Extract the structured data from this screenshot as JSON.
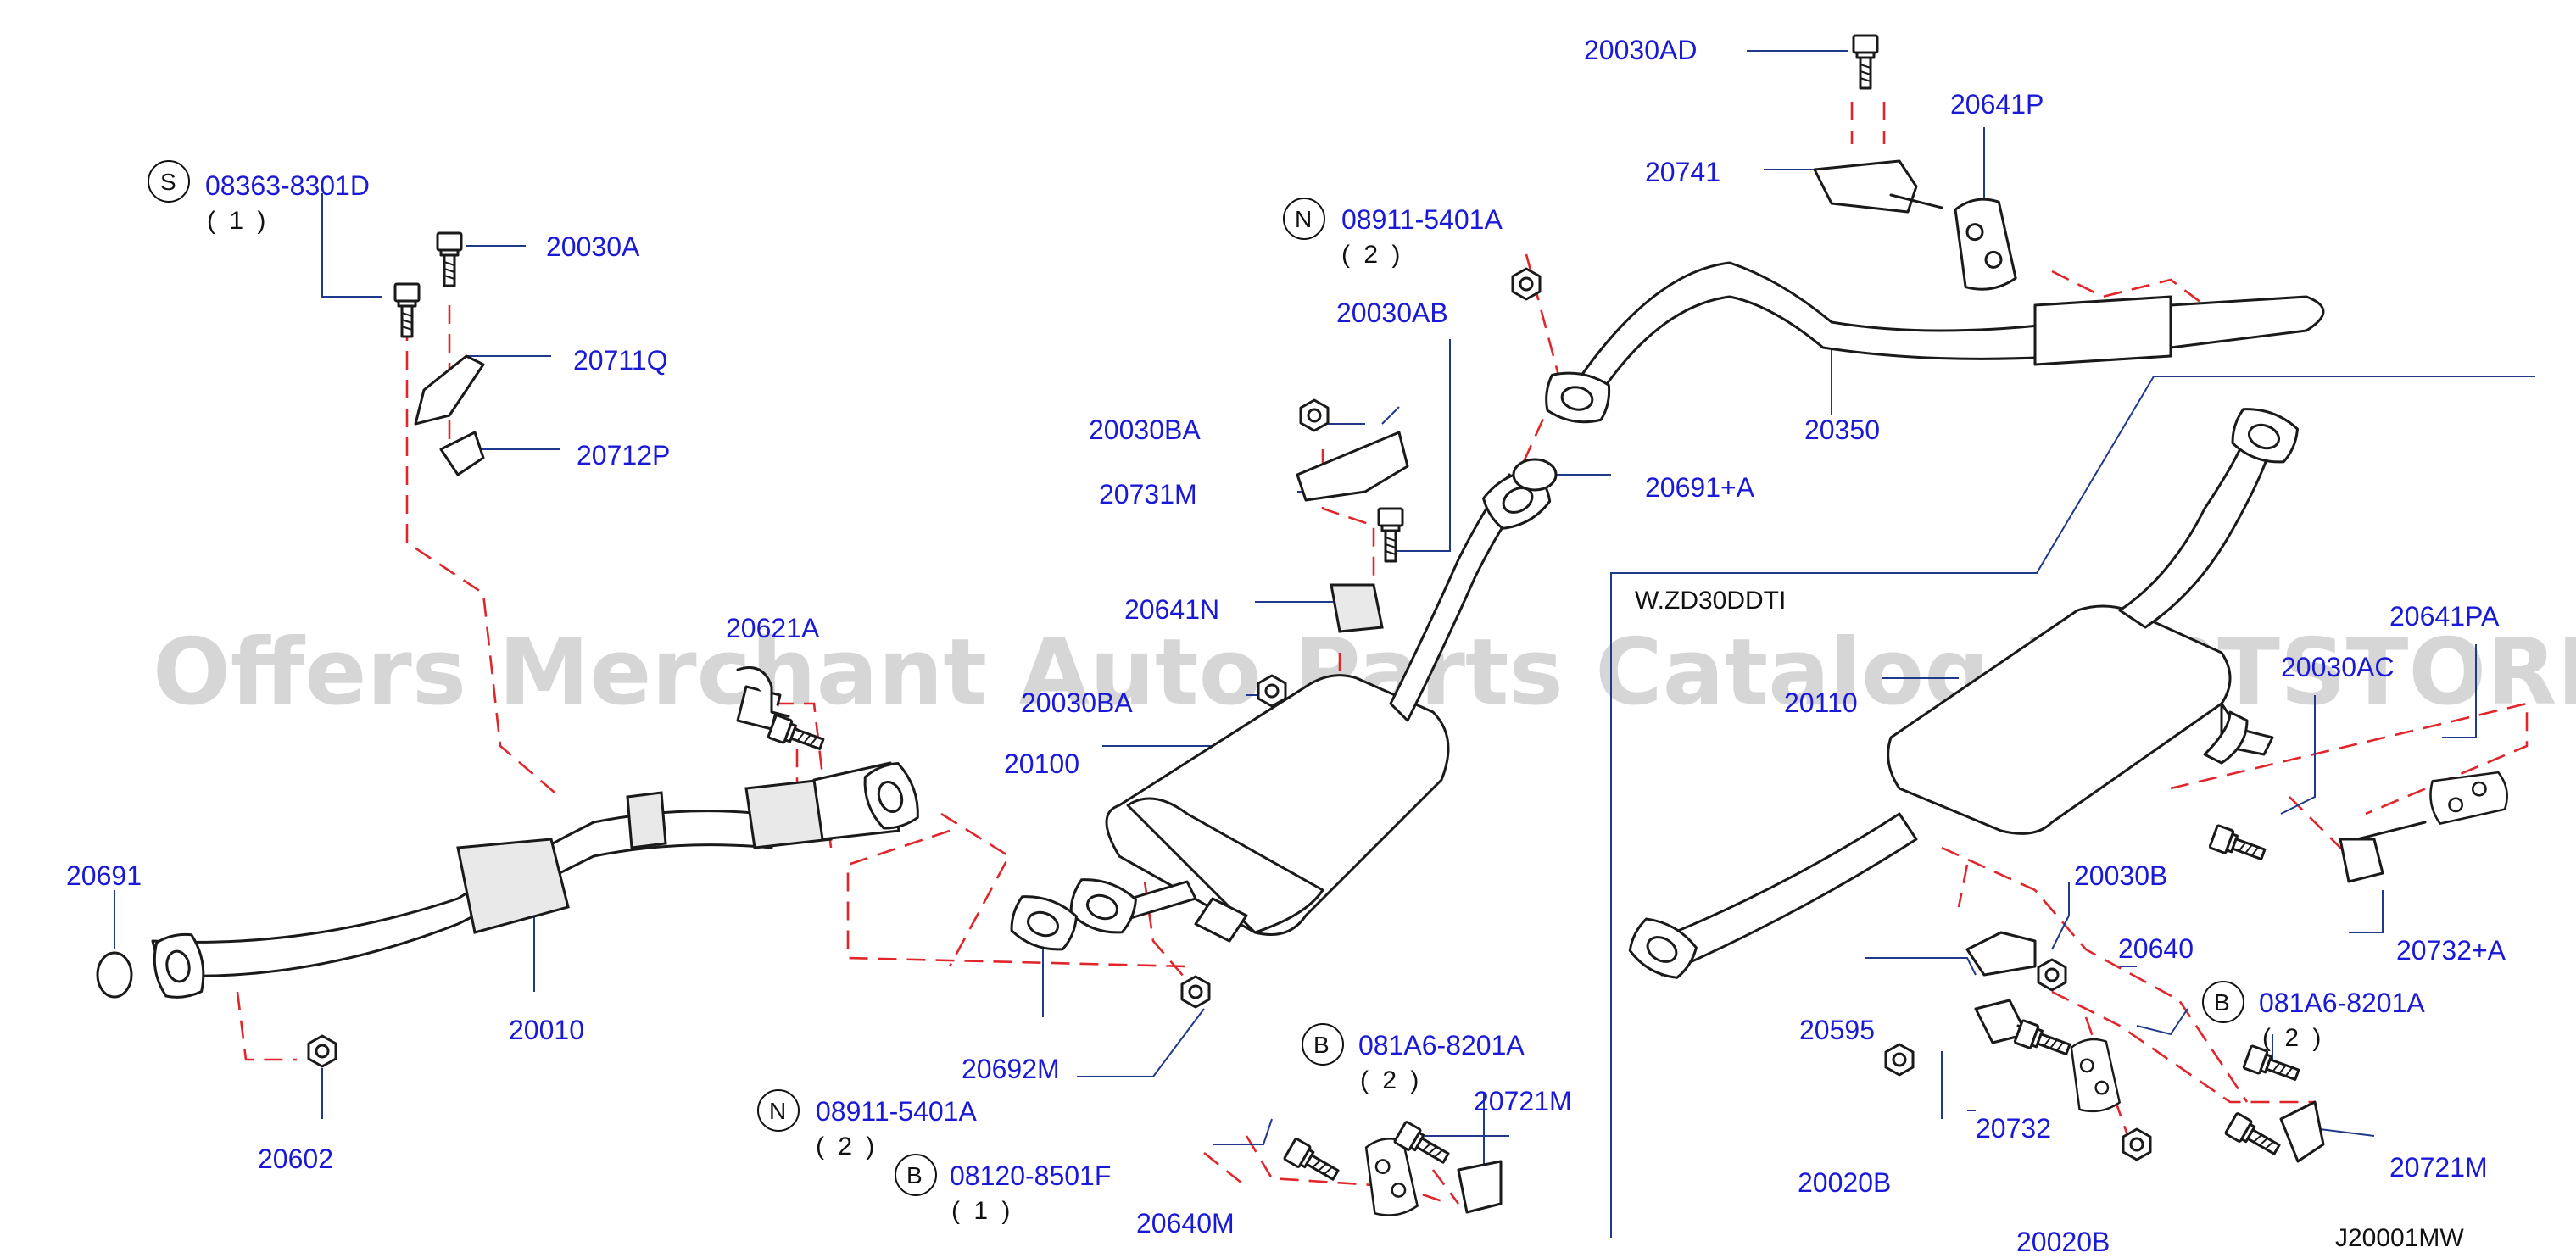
{
  "watermark": "Offers Merchant Auto Parts Catalog PARTSTORE.SA",
  "variant_label": "W.ZD30DDTI",
  "diagram_code": "J20001MW",
  "icons": [
    "bolt-icon",
    "nut-icon",
    "gasket-icon",
    "bracket-icon",
    "rubber-mount-icon",
    "pipe-icon",
    "muffler-icon"
  ],
  "colors": {
    "label": "#1a1ad6",
    "leader": "#1f3a8a",
    "dashed_guide": "#e0262a",
    "line_art": "#1a1a1a",
    "watermark": "#c8c8c8"
  },
  "labels": {
    "p20030AD": "20030AD",
    "p20641P": "20641P",
    "p20741": "20741",
    "s08363": "08363-8301D",
    "s08363_qty": "( 1 )",
    "p20030A": "20030A",
    "p20711Q": "20711Q",
    "p20712P": "20712P",
    "n08911_top": "08911-5401A",
    "n08911_top_qty": "( 2 )",
    "p20030AB": "20030AB",
    "p20030BA_top": "20030BA",
    "p20731M": "20731M",
    "p20350": "20350",
    "p20691A": "20691+A",
    "p20641N": "20641N",
    "p20621A": "20621A",
    "p20030BA_mid": "20030BA",
    "p20100": "20100",
    "p20691": "20691",
    "p20010": "20010",
    "p20602": "20602",
    "p20692M": "20692M",
    "n08911_bot": "08911-5401A",
    "n08911_bot_qty": "( 2 )",
    "b081A6_left": "081A6-8201A",
    "b081A6_left_qty": "( 2 )",
    "p20721M_left": "20721M",
    "b08120": "08120-8501F",
    "b08120_qty": "( 1 )",
    "p20640M": "20640M",
    "p20110": "20110",
    "p20641PA": "20641PA",
    "p20030AC": "20030AC",
    "p20030B": "20030B",
    "p20640": "20640",
    "p20595": "20595",
    "b081A6_right": "081A6-8201A",
    "b081A6_right_qty": "( 2 )",
    "p20732A": "20732+A",
    "p20732": "20732",
    "p20721M_right": "20721M",
    "p20020B_left": "20020B",
    "p20020B_bot": "20020B"
  },
  "circle_letters": {
    "S": "S",
    "N": "N",
    "B": "B"
  }
}
